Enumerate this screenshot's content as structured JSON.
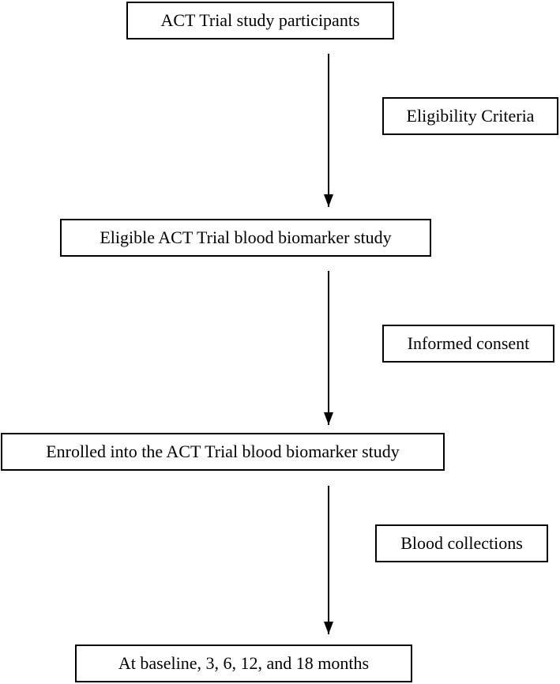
{
  "steps": [
    "ACT Trial study participants",
    "Eligible ACT Trial blood biomarker study",
    "Enrolled into the ACT Trial blood biomarker study",
    "At baseline, 3, 6, 12, and 18 months"
  ],
  "transitions": [
    "Eligibility Criteria",
    "Informed consent",
    "Blood collections"
  ]
}
